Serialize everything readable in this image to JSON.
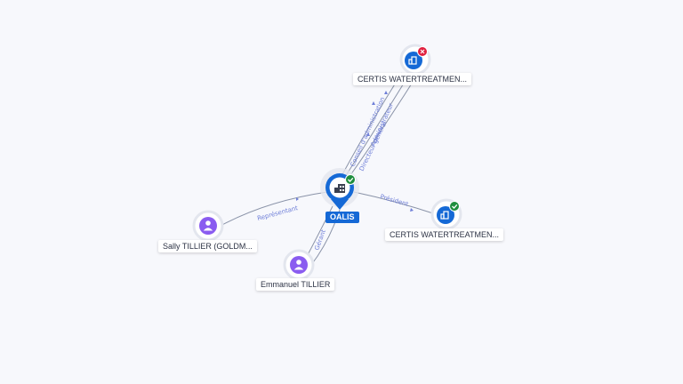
{
  "central": {
    "label": "OALIS",
    "status": "active",
    "icon": "building-icon"
  },
  "nodes": {
    "company_top": {
      "label": "CERTIS WATERTREATMEN...",
      "status": "closed",
      "icon": "building-icon"
    },
    "company_right": {
      "label": "CERTIS WATERTREATMEN...",
      "status": "active",
      "icon": "building-icon"
    },
    "person_left": {
      "label": "Sally TILLIER (GOLDM...",
      "icon": "person-icon"
    },
    "person_bottom": {
      "label": "Emmanuel TILLIER",
      "icon": "person-icon"
    }
  },
  "edges": {
    "representant": "Représentant",
    "president": "Président",
    "gerant": "Gérant",
    "conseil": "Conseil d'administration",
    "directeur": "Directeur général",
    "administrateur": "Administrateur"
  },
  "colors": {
    "accent": "#1569d6",
    "person": "#8a5cf0",
    "active": "#1e8e3e",
    "closed": "#e0203f",
    "edge": "#8a93a8",
    "edge_label": "#6f7fd8"
  }
}
